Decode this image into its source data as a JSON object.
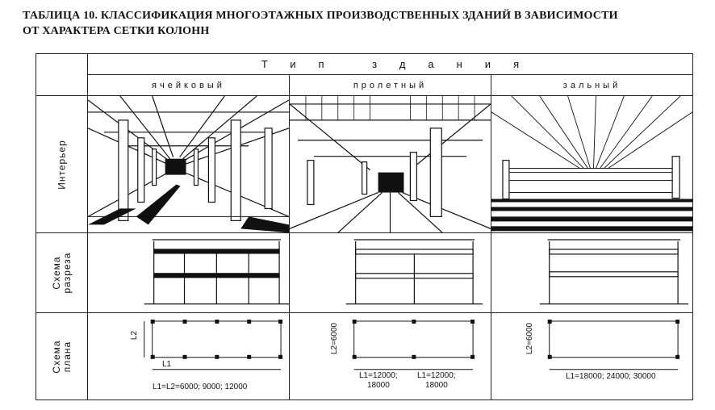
{
  "title": {
    "line1": "ТАБЛИЦА 10. КЛАССИФИКАЦИЯ МНОГОЭТАЖНЫХ ПРОИЗВОДСТВЕННЫХ ЗДАНИЙ В ЗАВИСИМОСТИ",
    "line2": "ОТ ХАРАКТЕРА СЕТКИ КОЛОНН"
  },
  "header": {
    "type_label": "Тип здания",
    "columns": [
      "ячейковый",
      "пролетный",
      "зальный"
    ]
  },
  "rows": {
    "interior": "Интерьер",
    "section": {
      "line1": "Схема",
      "line2": "разреза"
    },
    "plan": {
      "line1": "Схема",
      "line2": "плана"
    }
  },
  "plan_labels": {
    "cellular": {
      "l2": "L2",
      "l1": "L1",
      "formula": "L1=L2=6000; 9000; 12000"
    },
    "span": {
      "l2": "L2=6000",
      "l1a": "L1=12000;",
      "l1a2": "18000",
      "l1b": "L1=12000;",
      "l1b2": "18000"
    },
    "hall": {
      "l2": "L2=6000",
      "l1": "L1=18000; 24000; 30000"
    }
  }
}
